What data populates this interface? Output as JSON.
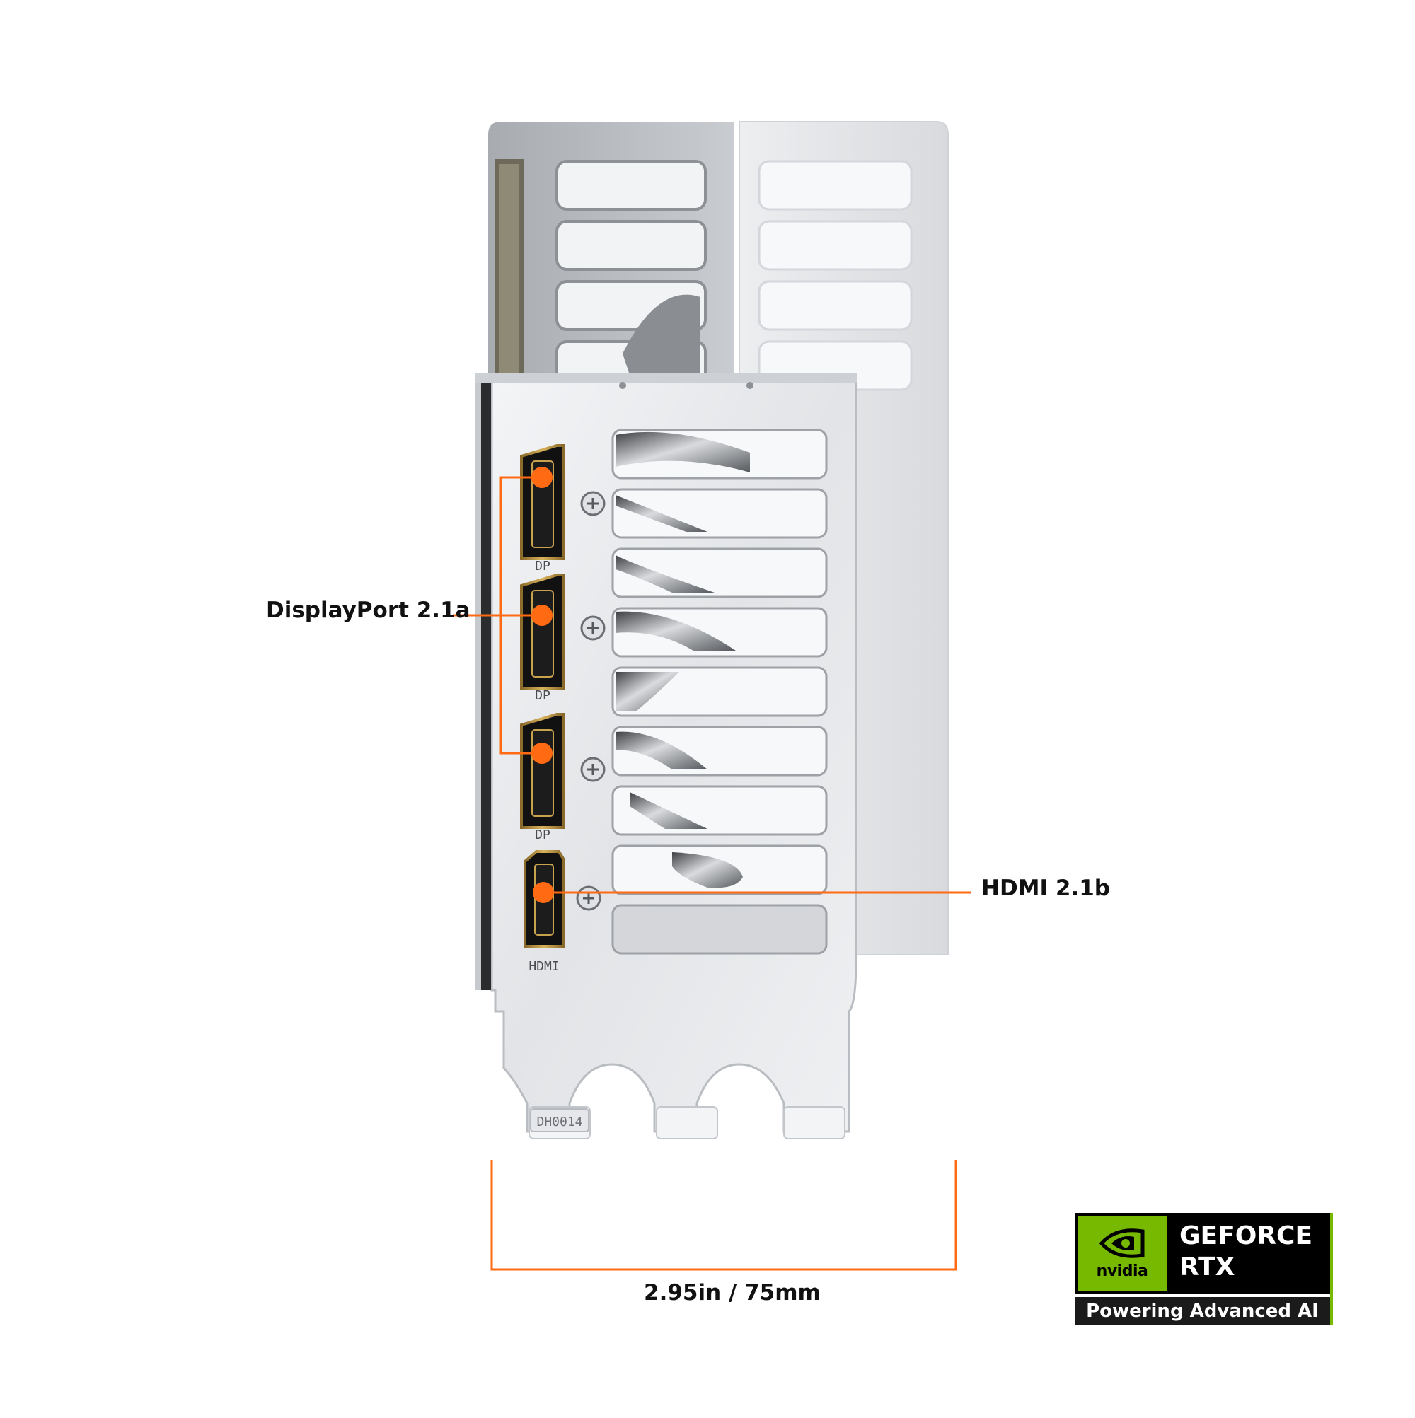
{
  "labels": {
    "displayport": "DisplayPort 2.1a",
    "hdmi": "HDMI 2.1b",
    "dimension": "2.95in / 75mm"
  },
  "ports": {
    "dp_marking": "DP",
    "hdmi_marking": "HDMI",
    "bracket_code": "DH0014"
  },
  "badge": {
    "brand": "nvidia",
    "line1": "GEFORCE",
    "line2": "RTX",
    "tagline": "Powering Advanced AI"
  },
  "colors": {
    "accent": "#ff6a13",
    "nvidia_green": "#76b900",
    "badge_black": "#000000",
    "bracket_silver": "#e8e9ec",
    "shroud_gray": "#b9bcc0"
  }
}
